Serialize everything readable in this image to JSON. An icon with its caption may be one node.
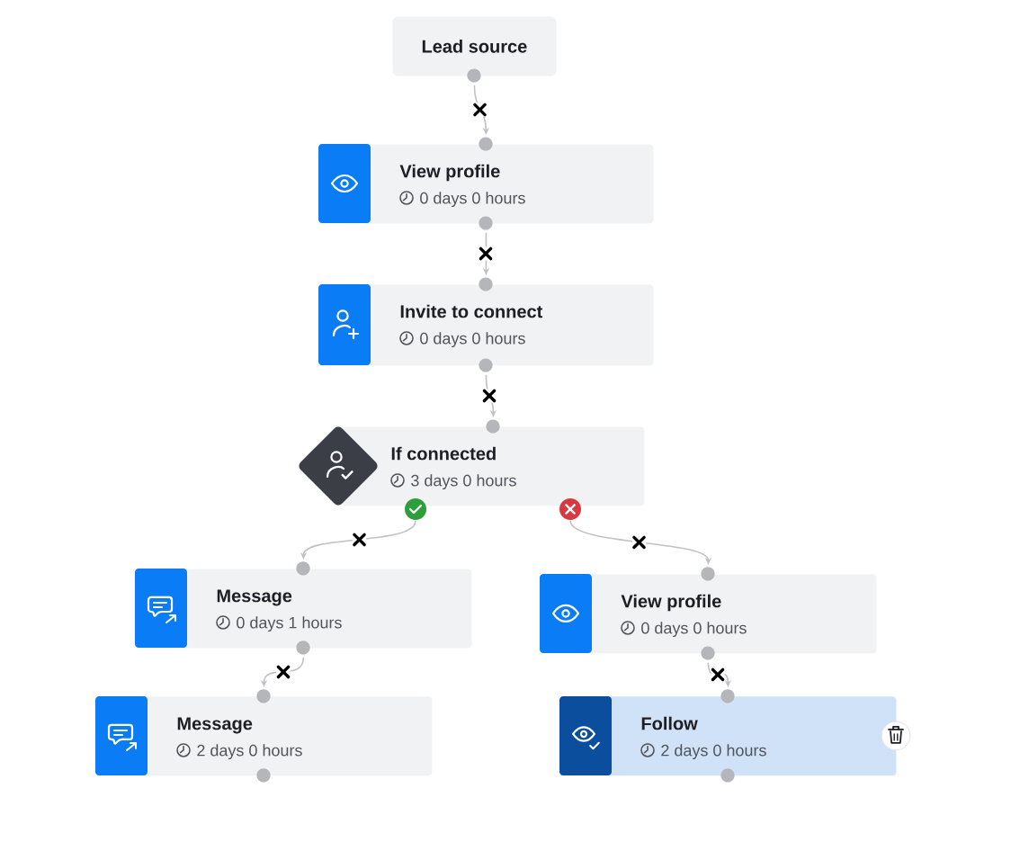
{
  "diagram": {
    "nodes": [
      {
        "text": [
          "Lead source"
        ]
      },
      {
        "text": [
          "View profile",
          "0 days 0 hours"
        ]
      },
      {
        "text": [
          "Invite to connect",
          "0 days 0 hours"
        ]
      },
      {
        "text": [
          "If connected",
          "3 days 0 hours"
        ]
      },
      {
        "text": [
          "Message",
          "0 days 1 hours"
        ]
      },
      {
        "text": [
          "View profile",
          "0 days 0 hours"
        ]
      },
      {
        "text": [
          "Message",
          "2 days 0 hours"
        ]
      },
      {
        "text": [
          "Follow",
          "2 days 0 hours"
        ]
      }
    ],
    "edges": [
      {
        "from": 0,
        "to": 1,
        "arrow": "to"
      },
      {
        "from": 1,
        "to": 2,
        "arrow": "to"
      },
      {
        "from": 2,
        "to": 3,
        "arrow": "to"
      },
      {
        "from": 3,
        "to": 4,
        "arrow": "to"
      },
      {
        "from": 3,
        "to": 5,
        "arrow": "to"
      },
      {
        "from": 4,
        "to": 6,
        "arrow": "to"
      },
      {
        "from": 5,
        "to": 7,
        "arrow": "to"
      }
    ]
  }
}
